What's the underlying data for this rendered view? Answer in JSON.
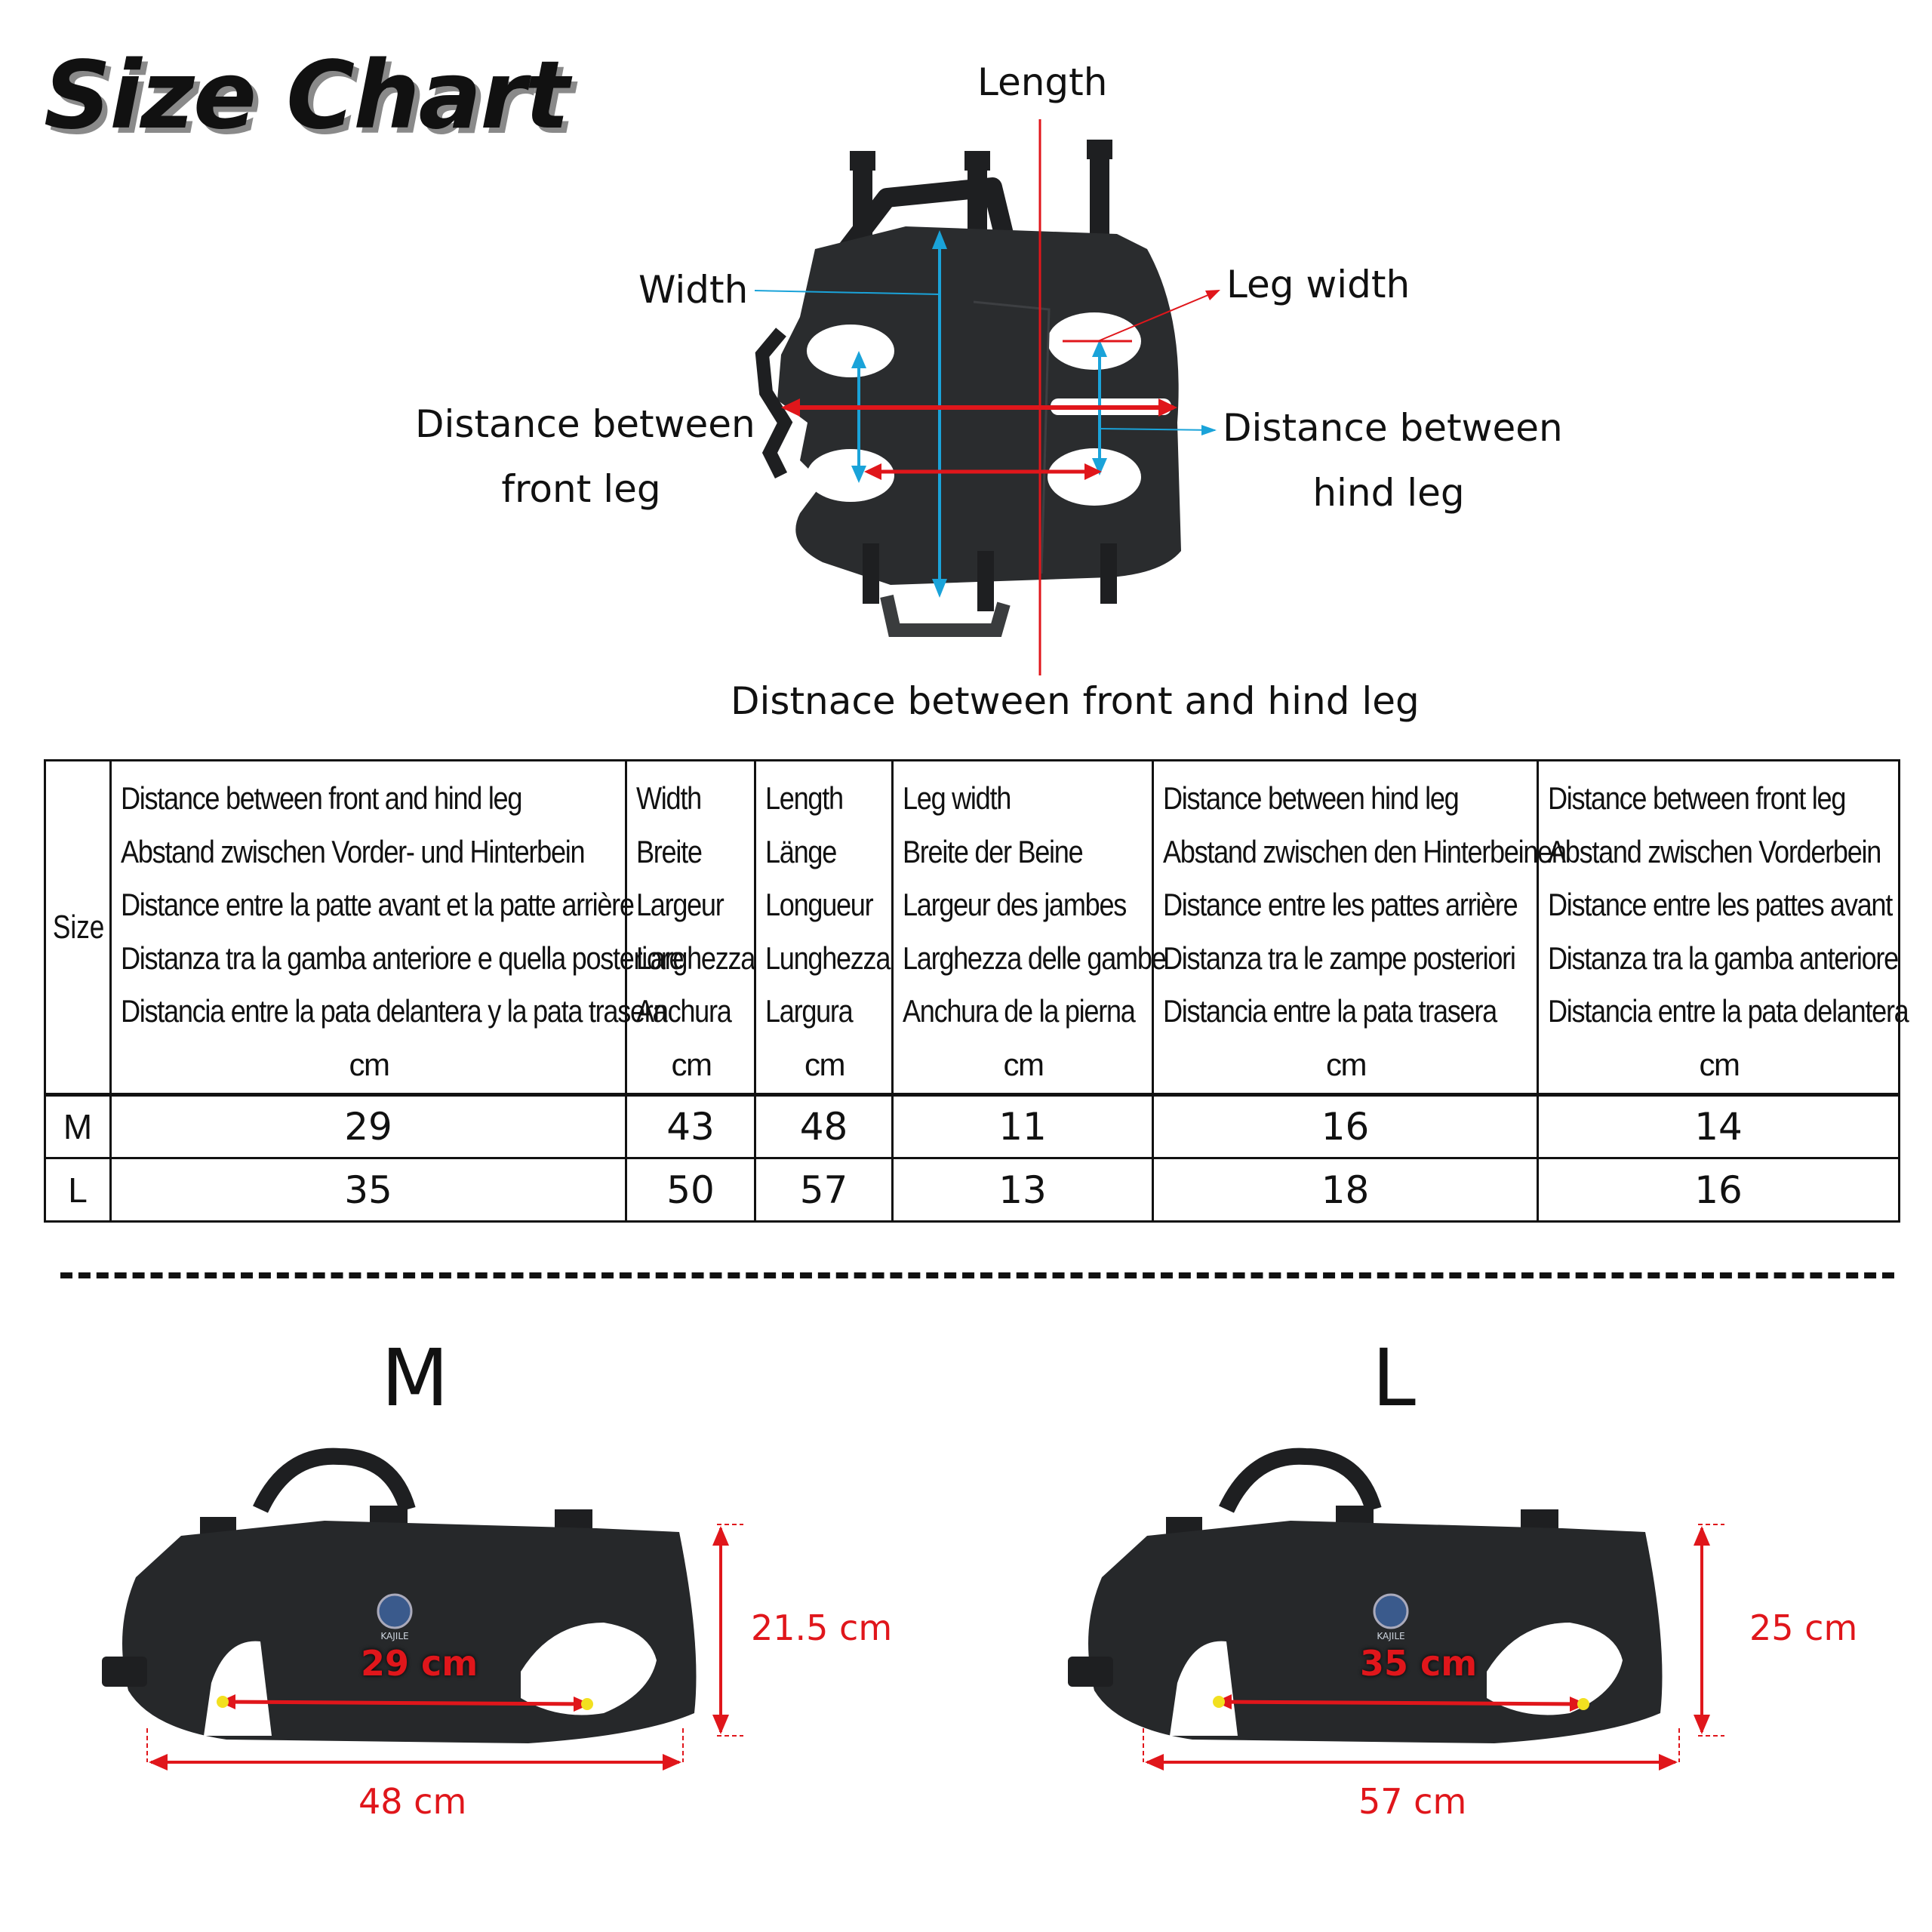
{
  "title": "Size Chart",
  "diagram": {
    "length": "Length",
    "width": "Width",
    "leg_width": "Leg width",
    "front_leg_line1": "Distance between",
    "front_leg_line2": "front leg",
    "hind_leg_line1": "Distance between",
    "hind_leg_line2": "hind leg",
    "front_hind": "Distnace between front  and hind leg"
  },
  "table": {
    "size_header": "Size",
    "columns": [
      {
        "lines": [
          "Distance between front and hind leg",
          "Abstand zwischen Vorder- und Hinterbein",
          "Distance entre la patte avant et la patte arrière",
          "Distanza tra la gamba anteriore e quella posteriore",
          "Distancia entre la pata delantera y la pata trasera"
        ],
        "unit": "cm"
      },
      {
        "lines": [
          "Width",
          "Breite",
          "Largeur",
          "Larghezza",
          "Anchura"
        ],
        "unit": "cm"
      },
      {
        "lines": [
          "Length",
          "Länge",
          "Longueur",
          "Lunghezza",
          "Largura"
        ],
        "unit": "cm"
      },
      {
        "lines": [
          "Leg width",
          "Breite der Beine",
          "Largeur des jambes",
          "Larghezza delle gambe",
          "Anchura de la pierna"
        ],
        "unit": "cm"
      },
      {
        "lines": [
          "Distance between hind leg",
          "Abstand zwischen den Hinterbeinen",
          "Distance entre les pattes arrière",
          "Distanza tra le zampe posteriori",
          "Distancia entre la pata trasera"
        ],
        "unit": "cm"
      },
      {
        "lines": [
          "Distance between front leg",
          "Abstand zwischen Vorderbein",
          "Distance entre les pattes avant",
          "Distanza tra la gamba anteriore",
          "Distancia entre la pata delantera"
        ],
        "unit": "cm"
      }
    ],
    "rows": [
      {
        "size": "M",
        "values": [
          "29",
          "43",
          "48",
          "11",
          "16",
          "14"
        ]
      },
      {
        "size": "L",
        "values": [
          "35",
          "50",
          "57",
          "13",
          "18",
          "16"
        ]
      }
    ]
  },
  "side_views": [
    {
      "size": "M",
      "between": "29 cm",
      "height": "21.5 cm",
      "length": "48 cm",
      "logo": "KAJILE"
    },
    {
      "size": "L",
      "between": "35 cm",
      "height": "25 cm",
      "length": "57 cm",
      "logo": "KAJILE"
    }
  ],
  "colors": {
    "red": "#e0161b",
    "blue": "#1aa3d9",
    "vest": "#2a2c2e"
  }
}
